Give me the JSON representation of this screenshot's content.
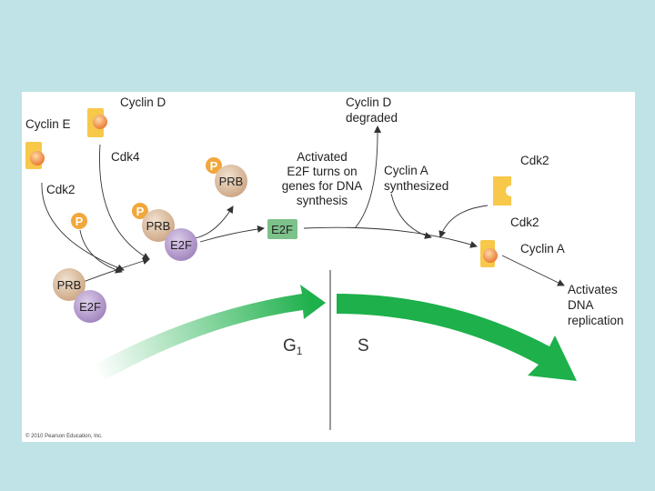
{
  "labels": {
    "cyclin_e": "Cyclin E",
    "cyclin_d": "Cyclin D",
    "cdk4": "Cdk4",
    "cdk2_left": "Cdk2",
    "cyclin_d_degraded_1": "Cyclin D",
    "cyclin_d_degraded_2": "degraded",
    "activated_1": "Activated",
    "activated_2": "E2F turns on",
    "activated_3": "genes for DNA",
    "activated_4": "synthesis",
    "cyclin_a_synth_1": "Cyclin A",
    "cyclin_a_synth_2": "synthesized",
    "cdk2_top_right": "Cdk2",
    "cdk2_right": "Cdk2",
    "cyclin_a": "Cyclin A",
    "activates_1": "Activates",
    "activates_2": "DNA",
    "activates_3": "replication"
  },
  "molecules": {
    "p": "P",
    "prb": "PRB",
    "e2f": "E2F"
  },
  "phases": {
    "g1": "G",
    "g1_sub": "1",
    "s": "S"
  },
  "copyright": "© 2010 Pearson Education, Inc.",
  "colors": {
    "background": "#bfe3e6",
    "arrow_green": "#1db04b",
    "cdk_yellow": "#f7c84a",
    "cyclin_orange": "#f08c3a",
    "prb_tan": "#d9b99a",
    "e2f_purple": "#a98fc4",
    "e2f_green": "#7cc28a"
  }
}
